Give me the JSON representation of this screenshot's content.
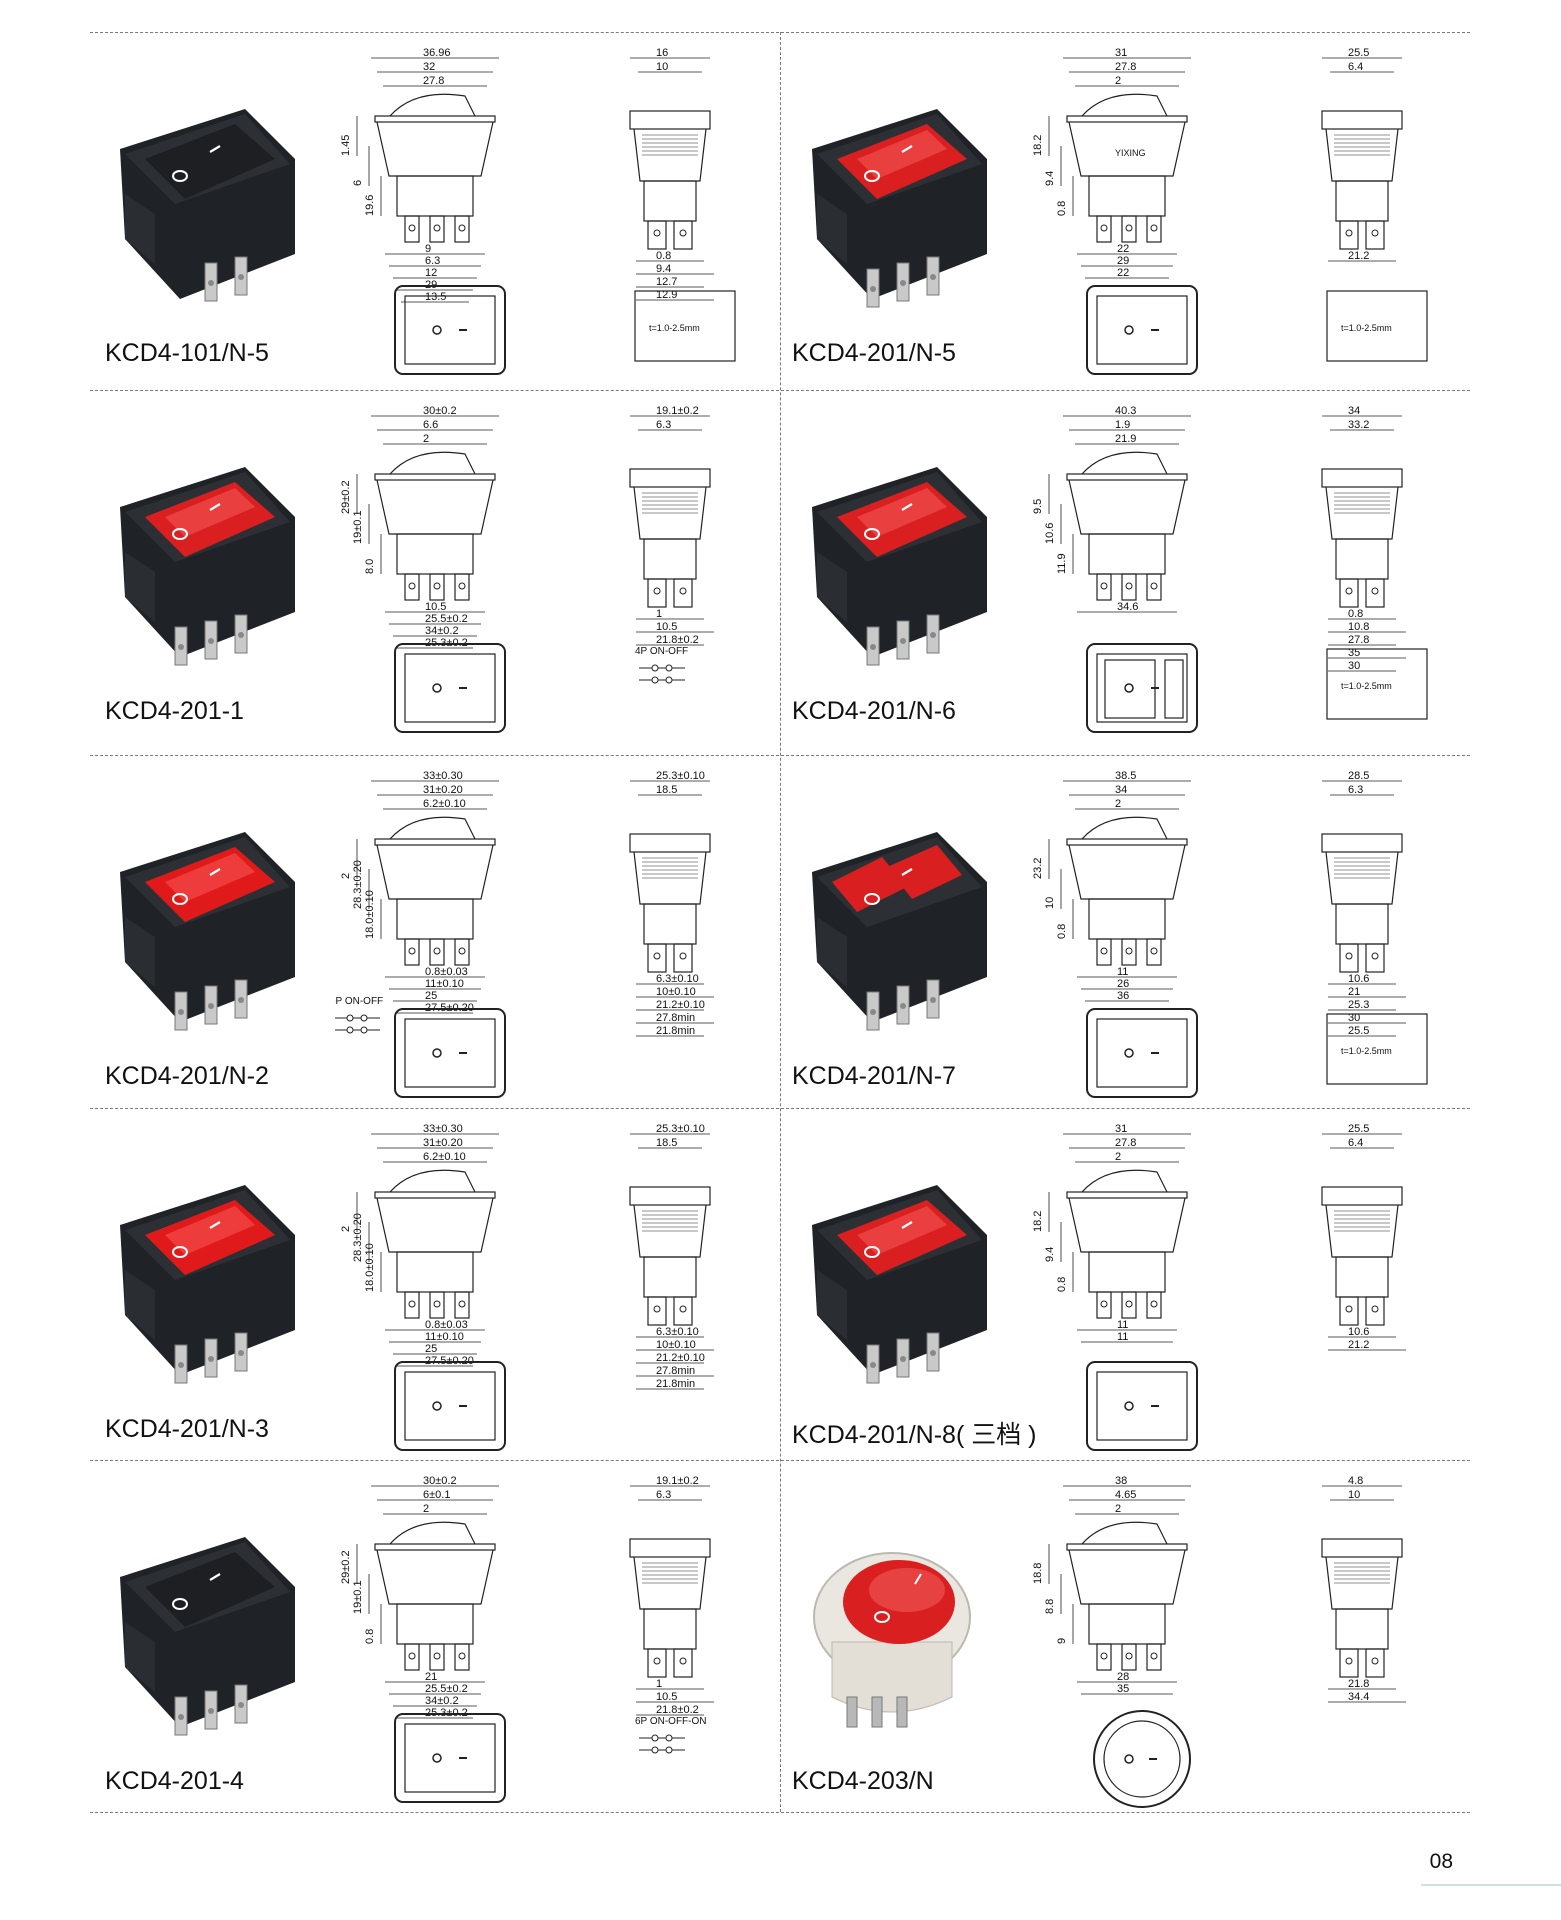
{
  "page_number": "08",
  "products": [
    {
      "model": "KCD4-101/N-5",
      "rocker_color": "#1d1f22",
      "front_dims": [
        "36.96",
        "32",
        "27.8",
        "1.45",
        "6",
        "19.6",
        "9",
        "6.3",
        "12",
        "29",
        "13.5"
      ],
      "side_dims": [
        "16",
        "10",
        "0.8",
        "9.4",
        "12.7",
        "12.9"
      ],
      "cutout_note": "t=1.0-2.5mm",
      "front_labels": []
    },
    {
      "model": "KCD4-201/N-5",
      "rocker_color": "#d91f1f",
      "front_dims": [
        "31",
        "27.8",
        "2",
        "18.2",
        "9.4",
        "0.8",
        "22",
        "29",
        "22"
      ],
      "side_dims": [
        "25.5",
        "6.4",
        "21.2"
      ],
      "cutout_note": "t=1.0-2.5mm",
      "front_labels": [
        "YIXING"
      ]
    },
    {
      "model": "KCD4-201-1",
      "rocker_color": "#d91f1f",
      "front_dims": [
        "30±0.2",
        "6.6",
        "2",
        "29±0.2",
        "19±0.1",
        "8.0",
        "10.5",
        "25.5±0.2",
        "34±0.2",
        "25.3±0.2"
      ],
      "side_dims": [
        "19.1±0.2",
        "6.3",
        "1",
        "10.5",
        "21.8±0.2"
      ],
      "cutout_note": "",
      "circuit": "4P  ON-OFF",
      "front_labels": []
    },
    {
      "model": "KCD4-201/N-6",
      "rocker_color": "#d91f1f",
      "front_dims": [
        "40.3",
        "1.9",
        "21.9",
        "9.5",
        "10.6",
        "11.9",
        "34.6"
      ],
      "side_dims": [
        "34",
        "33.2",
        "0.8",
        "10.8",
        "27.8",
        "35",
        "30"
      ],
      "cutout_note": "t=1.0-2.5mm",
      "front_labels": []
    },
    {
      "model": "KCD4-201/N-2",
      "rocker_color": "#e01a1a",
      "front_dims": [
        "33±0.30",
        "31±0.20",
        "6.2±0.10",
        "2",
        "28.3±0.20",
        "18.0±0.10",
        "0.8±0.03",
        "11±0.10",
        "25",
        "27.5±0.20"
      ],
      "side_dims": [
        "25.3±0.10",
        "18.5",
        "6.3±0.10",
        "10±0.10",
        "21.2±0.10",
        "27.8min",
        "21.8min"
      ],
      "cutout_note": "",
      "circuit": "6P ON-OFF",
      "front_labels": []
    },
    {
      "model": "KCD4-201/N-7",
      "rocker_color": "#d91f1f",
      "front_dims": [
        "38.5",
        "34",
        "2",
        "23.2",
        "10",
        "0.8",
        "11",
        "26",
        "36"
      ],
      "side_dims": [
        "28.5",
        "6.3",
        "10.6",
        "21",
        "25.3",
        "30",
        "25.5"
      ],
      "cutout_note": "t=1.0-2.5mm",
      "front_labels": []
    },
    {
      "model": "KCD4-201/N-3",
      "rocker_color": "#e01a1a",
      "front_dims": [
        "33±0.30",
        "31±0.20",
        "6.2±0.10",
        "2",
        "28.3±0.20",
        "18.0±0.10",
        "0.8±0.03",
        "11±0.10",
        "25",
        "27.5±0.20"
      ],
      "side_dims": [
        "25.3±0.10",
        "18.5",
        "6.3±0.10",
        "10±0.10",
        "21.2±0.10",
        "27.8min",
        "21.8min"
      ],
      "cutout_note": "",
      "front_labels": []
    },
    {
      "model": "KCD4-201/N-8( 三档 )",
      "rocker_color": "#d91f1f",
      "front_dims": [
        "31",
        "27.8",
        "2",
        "18.2",
        "9.4",
        "0.8",
        "11",
        "11"
      ],
      "side_dims": [
        "25.5",
        "6.4",
        "10.6",
        "21.2"
      ],
      "cutout_note": "",
      "front_labels": []
    },
    {
      "model": "KCD4-201-4",
      "rocker_color": "#1d1f22",
      "front_dims": [
        "30±0.2",
        "6±0.1",
        "2",
        "29±0.2",
        "19±0.1",
        "0.8",
        "21",
        "25.5±0.2",
        "34±0.2",
        "25.3±0.2"
      ],
      "side_dims": [
        "19.1±0.2",
        "6.3",
        "1",
        "10.5",
        "21.8±0.2"
      ],
      "cutout_note": "",
      "circuit": "6P  ON-OFF-ON",
      "front_labels": []
    },
    {
      "model": "KCD4-203/N",
      "rocker_color": "#d91f1f",
      "front_dims": [
        "38",
        "4.65",
        "2",
        "18.8",
        "8.8",
        "9",
        "28",
        "35"
      ],
      "side_dims": [
        "4.8",
        "10",
        "21.8",
        "34.4"
      ],
      "cutout_note": "",
      "front_labels": []
    }
  ]
}
